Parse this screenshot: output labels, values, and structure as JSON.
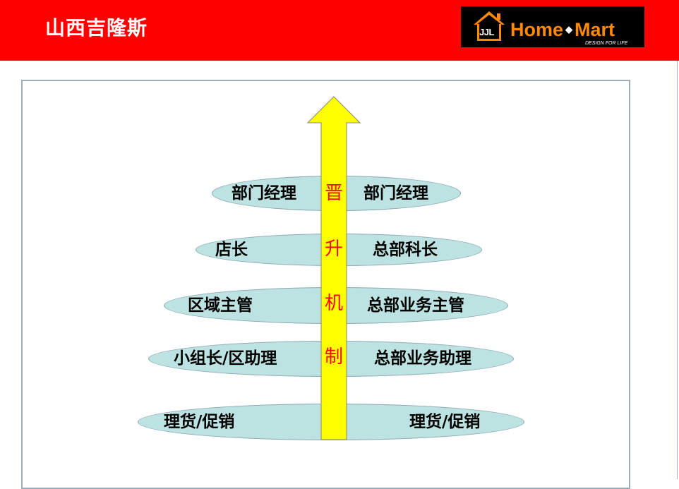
{
  "header": {
    "title": "山西吉隆斯",
    "background_color": "#ff0000"
  },
  "logo": {
    "mark_text": "JJL",
    "brand_left": "Home",
    "brand_right": "Mart",
    "tagline": "DESIGN FOR LIFE",
    "brand_color": "#ff8a00"
  },
  "diagram": {
    "arrow_label": [
      "晋",
      "升",
      "机",
      "制"
    ],
    "arrow_color": "#ffff00",
    "ellipse_color": "#bde2e2",
    "levels": [
      {
        "left": "部门经理",
        "right": "部门经理"
      },
      {
        "left": "店长",
        "right": "总部科长"
      },
      {
        "left": "区域主管",
        "right": "总部业务主管"
      },
      {
        "left": "小组长/区助理",
        "right": "总部业务助理"
      },
      {
        "left": "理货/促销",
        "right": "理货/促销"
      }
    ]
  }
}
